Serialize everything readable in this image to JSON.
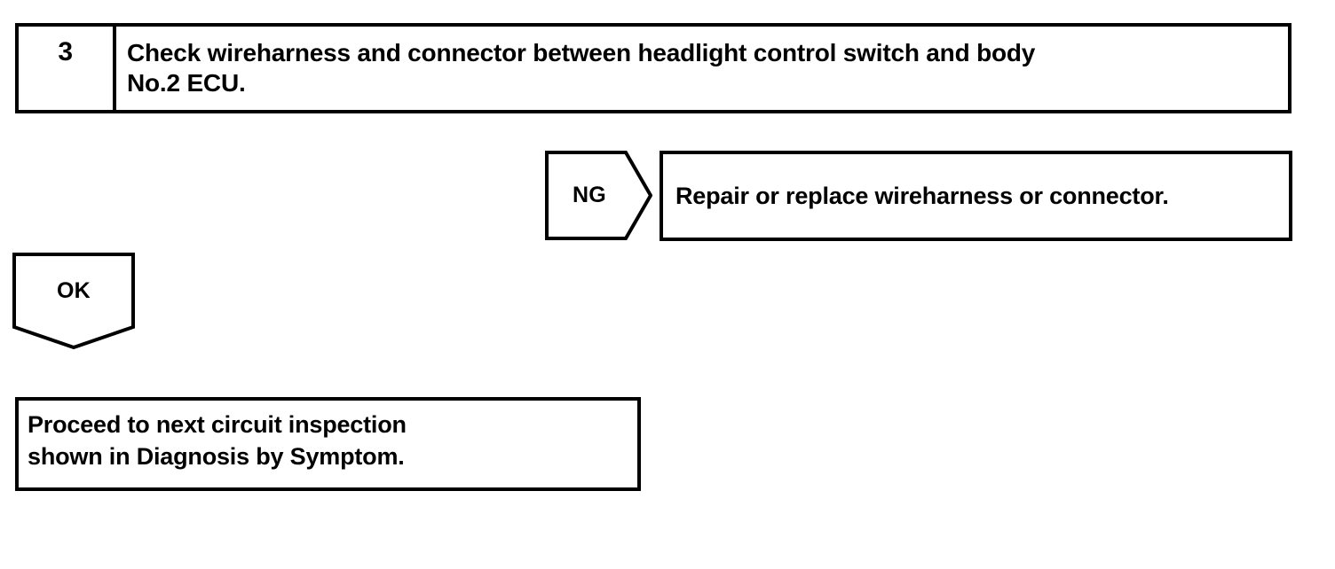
{
  "diagram": {
    "type": "troubleshooting-flowchart",
    "line_color": "#000000",
    "background_color": "#ffffff",
    "step": {
      "number": "3",
      "instruction": "Check wireharness and connector between headlight control switch and body\nNo.2 ECU."
    },
    "branches": {
      "ng": {
        "label": "NG",
        "arrow_direction": "right",
        "result_text": "Repair or replace wireharness or connector."
      },
      "ok": {
        "label": "OK",
        "arrow_direction": "down"
      }
    },
    "final_step": {
      "text": "Proceed to next circuit inspection\n shown in Diagnosis by Symptom."
    }
  }
}
